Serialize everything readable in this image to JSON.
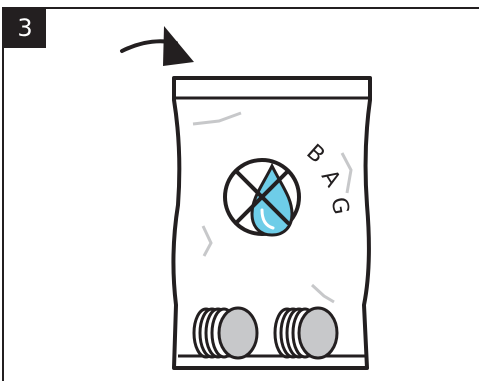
{
  "step": {
    "number": "3"
  },
  "bag": {
    "label_letters": [
      "B",
      "A",
      "G"
    ]
  },
  "symbols": {
    "arrow": "curved-arrow-icon",
    "no_water": "no-water-drop-icon",
    "coins": "coin-stack-icon"
  },
  "colors": {
    "line": "#231f20",
    "water": "#6ecde8",
    "shadow": "#c7c8ca"
  }
}
